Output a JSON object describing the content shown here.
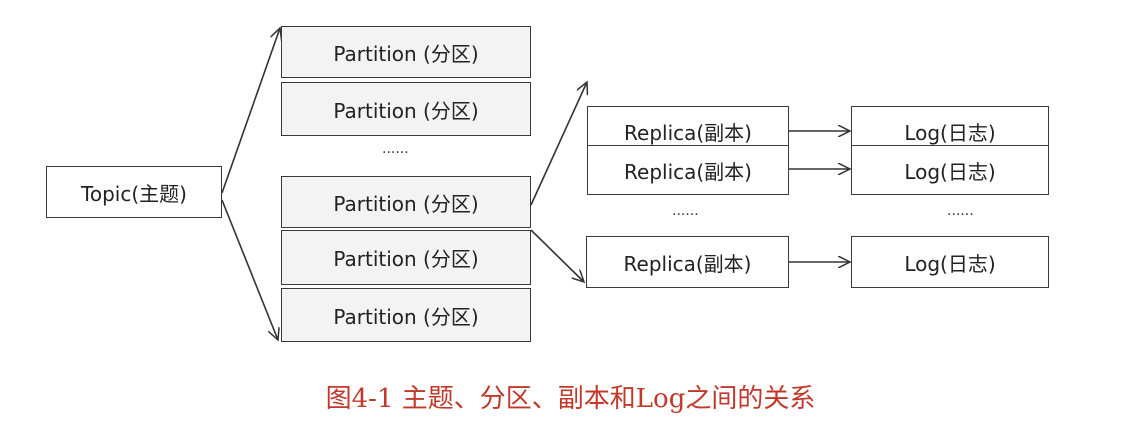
{
  "topic": {
    "label": "Topic(主题)"
  },
  "partitions": [
    "Partition (分区)",
    "Partition (分区)",
    "Partition (分区)",
    "Partition (分区)",
    "Partition (分区)"
  ],
  "partition_ellipsis": "······",
  "replicas": [
    "Replica(副本)",
    "Replica(副本)",
    "Replica(副本)"
  ],
  "replica_ellipsis": "······",
  "logs": [
    "Log(日志)",
    "Log(日志)",
    "Log(日志)"
  ],
  "log_ellipsis": "······",
  "caption": "图4-1 主题、分区、副本和Log之间的关系",
  "colors": {
    "box_border": "#3a3a3a",
    "box_fill": "#f3f3f3",
    "caption": "#c0392b",
    "line": "#333333"
  }
}
